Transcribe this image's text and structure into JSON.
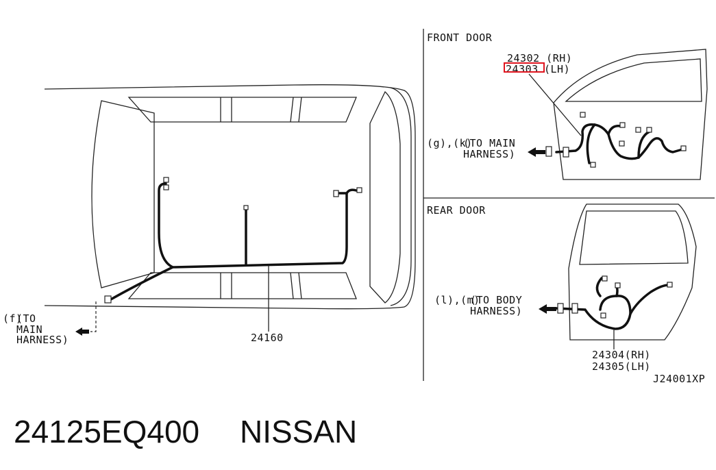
{
  "labels": {
    "front_door": "FRONT DOOR",
    "rear_door": "REAR DOOR",
    "front_part_rh": "24302 (RH)",
    "front_part_lh_num": "24303",
    "front_part_lh_suffix": "(LH)",
    "front_conn_ref": "(g),(k)",
    "front_to_main_1": "(TO MAIN",
    "front_to_main_2": "HARNESS)",
    "rear_conn_ref": "(l),(m)",
    "rear_to_body_1": "(TO BODY",
    "rear_to_body_2": "HARNESS)",
    "rear_part_rh": "24304(RH)",
    "rear_part_lh": "24305(LH)",
    "left_conn_ref": "(f)",
    "left_to_1": "(TO",
    "left_to_2": "MAIN",
    "left_to_3": "HARNESS)",
    "roof_part": "24160",
    "diagram_code": "J24001XP",
    "part_number": "24125EQ400",
    "brand": "NISSAN"
  },
  "highlight_color": "#e0141e"
}
